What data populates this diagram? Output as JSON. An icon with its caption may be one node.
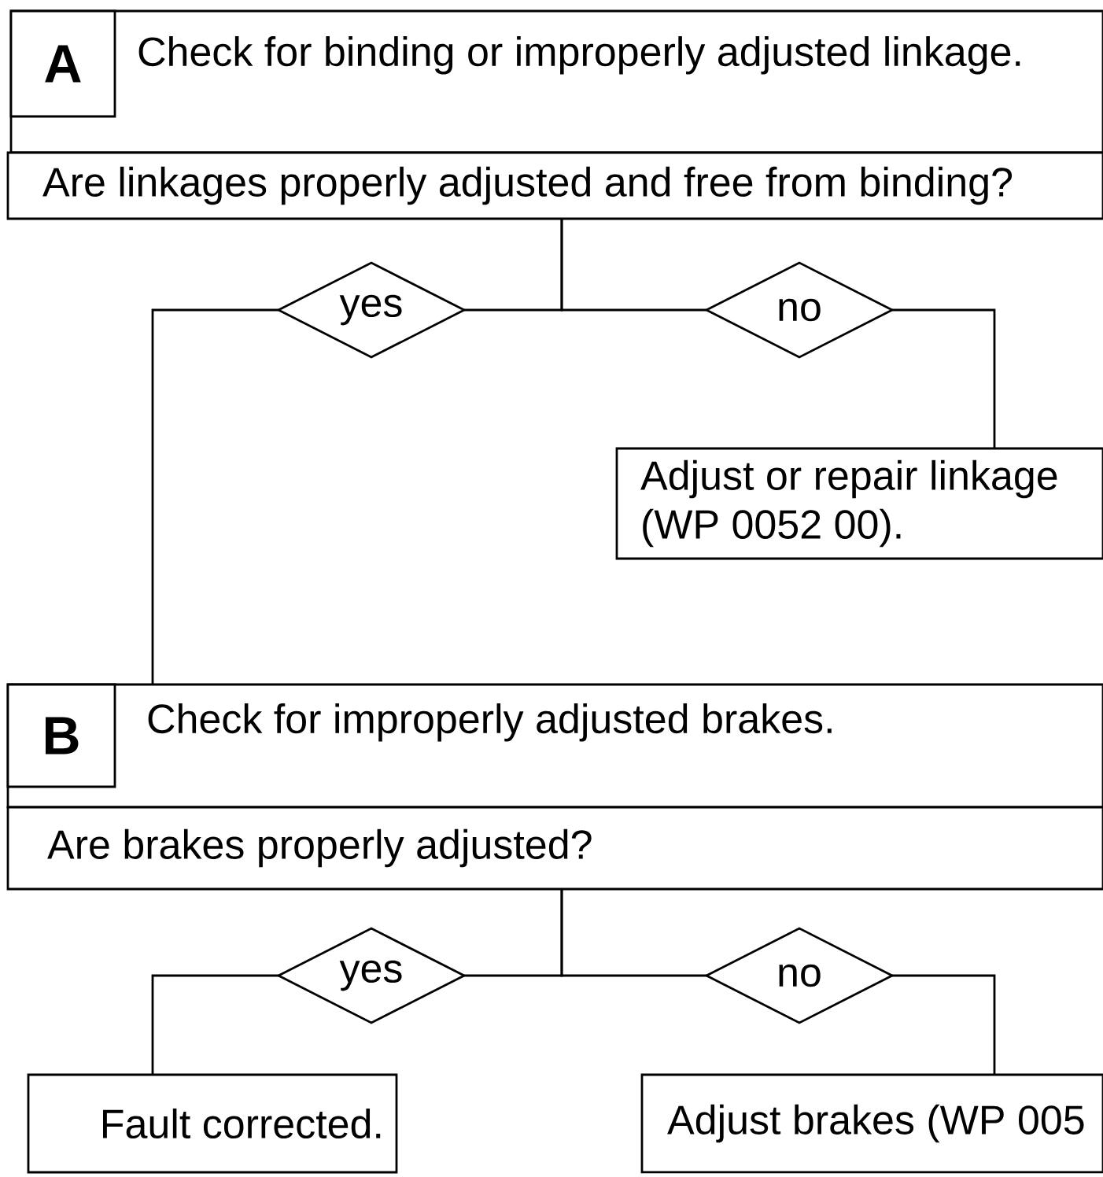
{
  "diagram": {
    "nodes": [
      {
        "text": [
          "Check for binding or improperly adjusted linkage."
        ]
      },
      {
        "text": [
          "A"
        ],
        "in": 0
      },
      {
        "text": [
          "Are linkages properly adjusted and free from binding?"
        ]
      },
      {
        "text": [
          "yes"
        ]
      },
      {
        "text": [
          "no"
        ]
      },
      {
        "text": [
          "Adjust or repair linkage (WP 0052 00)."
        ]
      },
      {
        "text": [
          "Check for improperly adjusted brakes."
        ]
      },
      {
        "text": [
          "B"
        ],
        "in": 6
      },
      {
        "text": [
          "Are brakes properly adjusted?"
        ]
      },
      {
        "text": [
          "yes"
        ]
      },
      {
        "text": [
          "no"
        ]
      },
      {
        "text": [
          "Fault corrected."
        ]
      },
      {
        "text": [
          "Adjust brakes (WP 005"
        ]
      }
    ],
    "edges": [
      {
        "from": 2,
        "to": 3,
        "arrow": "none"
      },
      {
        "from": 2,
        "to": 4,
        "arrow": "none"
      },
      {
        "from": 3,
        "to": 6,
        "arrow": "none"
      },
      {
        "from": 4,
        "to": 5,
        "arrow": "none"
      },
      {
        "from": 8,
        "to": 9,
        "arrow": "none"
      },
      {
        "from": 8,
        "to": 10,
        "arrow": "none"
      },
      {
        "from": 9,
        "to": 11,
        "arrow": "none"
      },
      {
        "from": 10,
        "to": 12,
        "arrow": "none"
      }
    ]
  }
}
